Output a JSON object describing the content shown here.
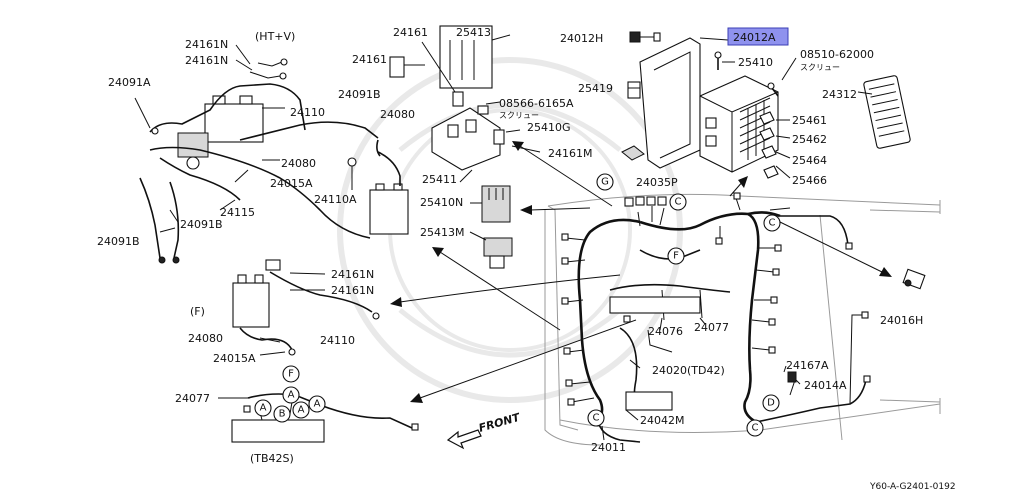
{
  "diagram_code": "Y60-A-G2401-0192",
  "highlight_label": "24012A",
  "variant_labels": {
    "ht_v": "(HT+V)",
    "f": "(F)",
    "tb42s": "(TB42S)",
    "td42": "24020(TD42)"
  },
  "front_label": "FRONT",
  "screw_note": "スクリュー",
  "screw_note_2": "スクリュー",
  "part_numbers": {
    "p24161N_a": "24161N",
    "p24161N_b": "24161N",
    "p24091A": "24091A",
    "p24161_top": "24161",
    "p25413": "25413",
    "p24161_mid": "24161",
    "p24110_a": "24110",
    "p24091B_a": "24091B",
    "p24080_a": "24080",
    "p08566": "08566-6165A",
    "p25410G": "25410G",
    "p24080_b": "24080",
    "p24015A_a": "24015A",
    "p24110A": "24110A",
    "p24161M": "24161M",
    "p25411": "25411",
    "p24115": "24115",
    "p25410N": "25410N",
    "p24091B_b": "24091B",
    "p24091B_c": "24091B",
    "p25413M": "25413M",
    "p24161N_c": "24161N",
    "p24161N_d": "24161N",
    "p24080_c": "24080",
    "p24110_b": "24110",
    "p24015A_b": "24015A",
    "p24077_left": "24077",
    "p24012H": "24012H",
    "p25410": "25410",
    "p08510": "08510-62000",
    "p25419": "25419",
    "p24312": "24312",
    "p25461": "25461",
    "p25462": "25462",
    "p25464": "25464",
    "p25466": "25466",
    "p24035P": "24035P",
    "p24076": "24076",
    "p24077_right": "24077",
    "p24016H": "24016H",
    "p24167A": "24167A",
    "p24014A": "24014A",
    "p24042M": "24042M",
    "p24011": "24011"
  },
  "bubbles": {
    "g": "G",
    "c1": "C",
    "c2": "C",
    "f1": "F",
    "c3": "C",
    "d": "D",
    "c4": "C",
    "f2": "F",
    "a1": "A",
    "a2": "A",
    "b": "B",
    "a3": "A",
    "a4": "A"
  }
}
